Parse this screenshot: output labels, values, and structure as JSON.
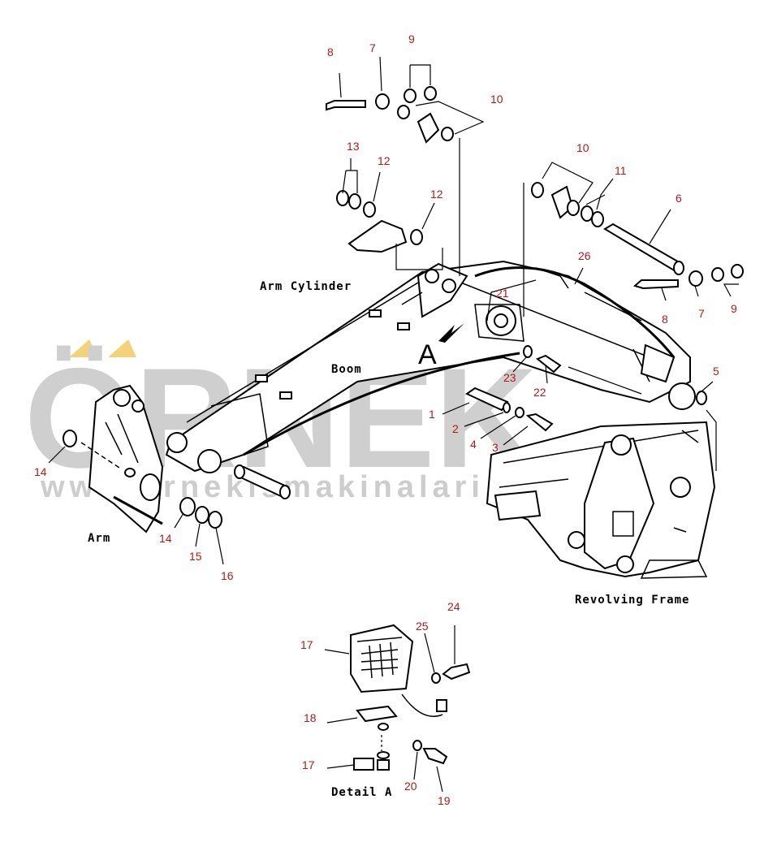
{
  "watermark": {
    "brand": "ÖRNEK",
    "url": "www.ornekismakinalari.com.tr",
    "colors": {
      "grey": "#cfcfcf",
      "accent": "#f2d27a"
    }
  },
  "labels": {
    "arm_cylinder": "Arm Cylinder",
    "boom": "Boom",
    "arm": "Arm",
    "revolving_frame": "Revolving Frame",
    "detail_a": "Detail A",
    "section_a": "A"
  },
  "callouts": [
    "8",
    "7",
    "9",
    "10",
    "13",
    "12",
    "12",
    "10",
    "11",
    "6",
    "26",
    "21",
    "8",
    "7",
    "9",
    "5",
    "23",
    "22",
    "1",
    "2",
    "4",
    "3",
    "14",
    "14",
    "15",
    "16",
    "17",
    "24",
    "25",
    "18",
    "17",
    "20",
    "19"
  ],
  "colors": {
    "callout": "#b21a1a",
    "line": "#000000"
  }
}
